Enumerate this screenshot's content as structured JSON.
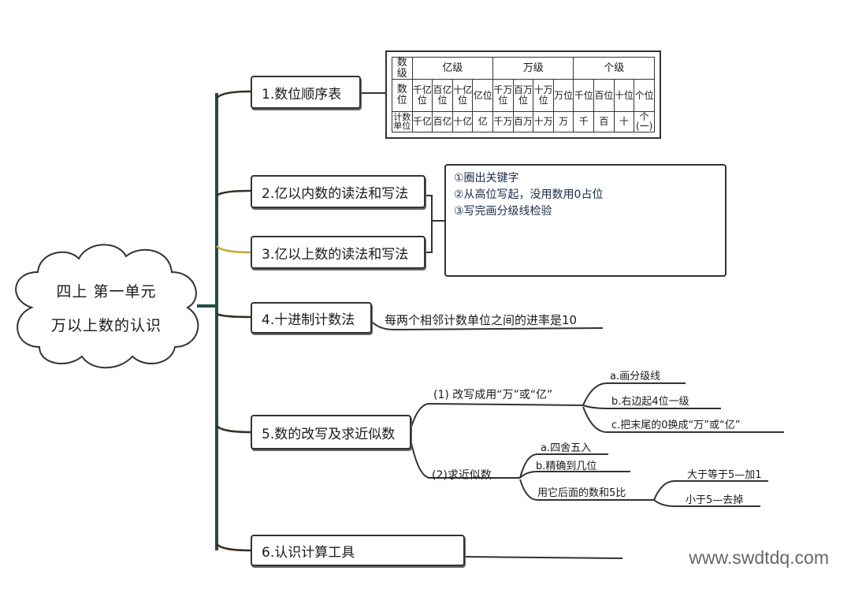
{
  "center": {
    "line1": "四上 第一单元",
    "line2": "万以上数的认识"
  },
  "branches": {
    "b1": "1.数位顺序表",
    "b2": "2.亿以内数的读法和写法",
    "b3": "3.亿以上数的读法和写法",
    "b4": "4.十进制计数法",
    "b5": "5.数的改写及求近似数",
    "b6": "6.认识计算工具"
  },
  "table": {
    "row_headers": [
      "数级",
      "数位",
      "计数单位"
    ],
    "levels": [
      "亿级",
      "万级",
      "个级"
    ],
    "places": [
      "千亿位",
      "百亿位",
      "十亿位",
      "亿位",
      "千万位",
      "百万位",
      "十万位",
      "万位",
      "千位",
      "百位",
      "十位",
      "个位"
    ],
    "units": [
      "千亿",
      "百亿",
      "十亿",
      "亿",
      "千万",
      "百万",
      "十万",
      "万",
      "千",
      "百",
      "十",
      "个(一)"
    ]
  },
  "reading_notes": [
    "①圈出关键字",
    "②从高位写起，没用数用0占位",
    "③写完画分级线检验"
  ],
  "decimal_note": "每两个相邻计数单位之间的进率是10",
  "rewrite": {
    "sub1": "(1) 改写成用“万”或“亿”",
    "sub1_items": [
      "a.画分级线",
      "b.右边起4位一级",
      "c.把末尾的0换成“万”或“亿”"
    ],
    "sub2": "(2)求近似数",
    "sub2_items": [
      "a.四舍五入",
      "b.精确到几位",
      "用它后面的数和5比"
    ],
    "compare": [
      "大于等于5—加1",
      "小于5—去掉"
    ]
  },
  "watermark": "www.swdtdq.com",
  "colors": {
    "trunk": "#1f4f44",
    "branch": "#3a2a20",
    "highlight": "#c8a640"
  }
}
